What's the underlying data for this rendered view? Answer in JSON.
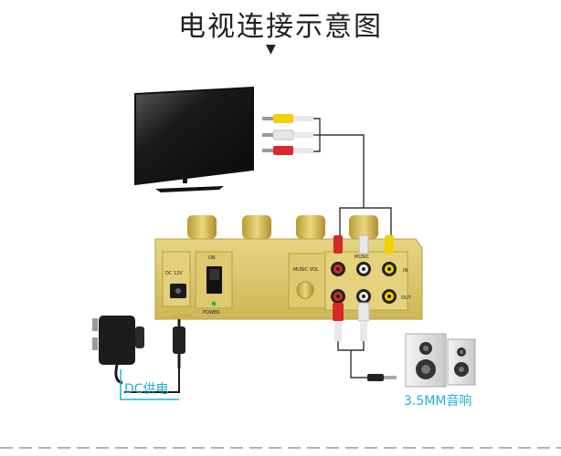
{
  "title": "电视连接示意图",
  "arrow": "▼",
  "device": {
    "on_label": "ON",
    "dc_label": "DC 12V",
    "power_label": "POWER",
    "music_vol_label": "MUSIC VOL",
    "music_label": "MUSIC",
    "in_label": "IN",
    "out_label": "OUT"
  },
  "labels": {
    "dc_power": "DC供电",
    "speaker": "3.5MM音响"
  },
  "colors": {
    "gold": "#d9c46b",
    "rca_yellow": "#f2d100",
    "rca_white": "#e8e8e8",
    "rca_red": "#d8282a",
    "callout": "#1fb0d8"
  }
}
